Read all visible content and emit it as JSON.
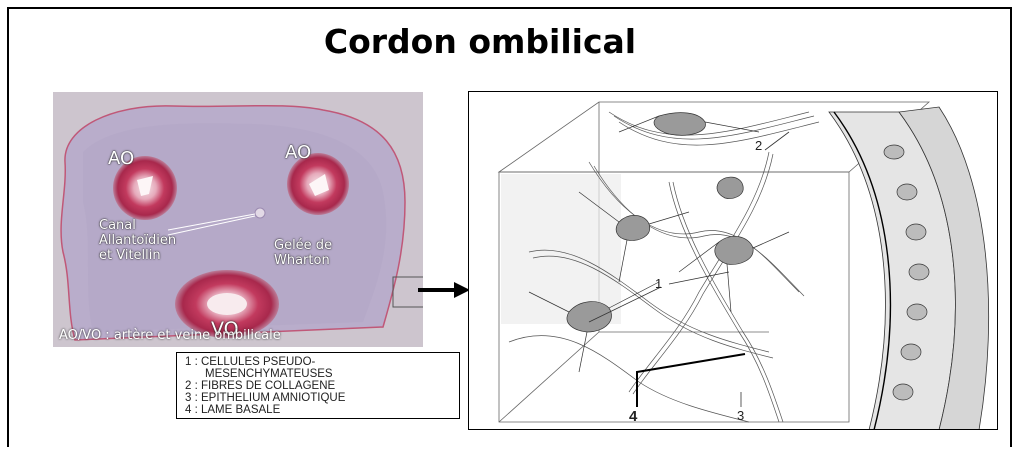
{
  "title": "Cordon ombilical",
  "photo": {
    "labels": {
      "ao_left": "AO",
      "ao_right": "AO",
      "vo": "VO",
      "canal_line1": "Canal",
      "canal_line2": "Allantoïdien",
      "canal_line3": "et Vitellin",
      "gelee_line1": "Gelée de",
      "gelee_line2": "Wharton"
    },
    "caption": "AO/VO : artère et veine ombilicale",
    "colors": {
      "vessel": "#c23a5e",
      "tissue": "#b5a9c9",
      "background": "#ccc6cf"
    }
  },
  "legend": {
    "items": [
      {
        "line1": "1 : CELLULES PSEUDO-",
        "line2": "MESENCHYMATEUSES"
      },
      {
        "line1": "2 : FIBRES DE COLLAGENE"
      },
      {
        "line1": "3 : EPITHELIUM AMNIOTIQUE"
      },
      {
        "line1": "4 : LAME BASALE"
      }
    ]
  },
  "drawing": {
    "numbers": {
      "n1": "1",
      "n2": "2",
      "n3": "3",
      "n4": "4"
    }
  }
}
